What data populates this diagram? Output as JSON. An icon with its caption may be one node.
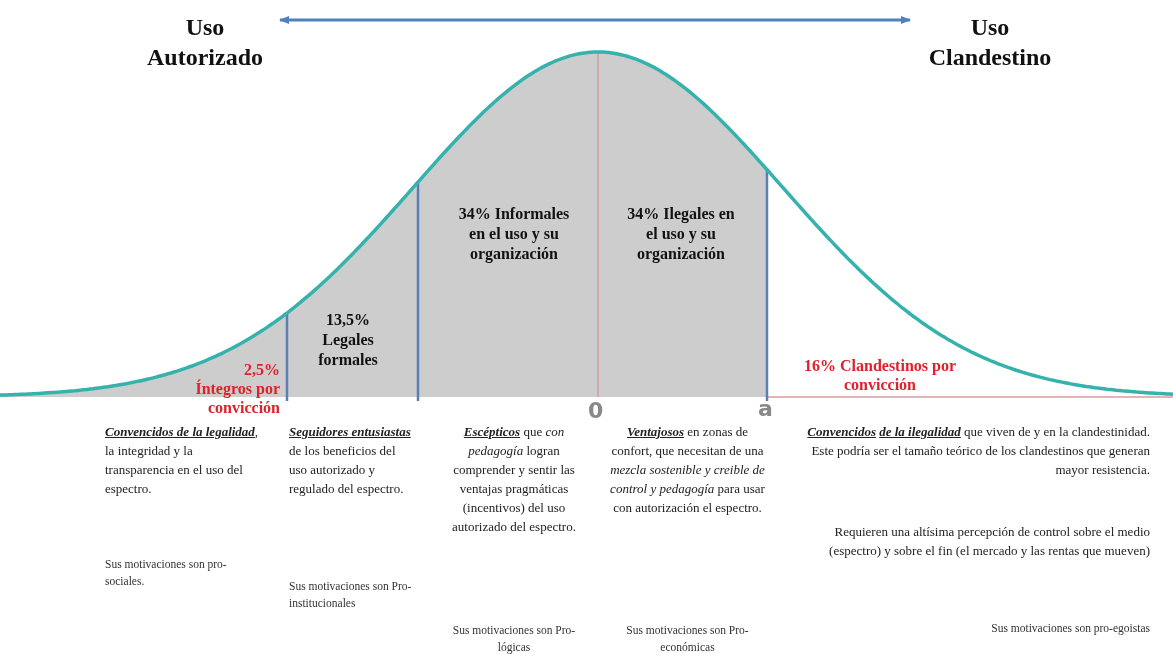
{
  "diagram": {
    "nodes": [
      {
        "text": [
          "Uso Autorizado"
        ]
      },
      {
        "text": [
          "Uso Clandestino"
        ]
      }
    ],
    "edges": [
      {
        "from": 0,
        "to": 1,
        "arrow": "both"
      }
    ],
    "labels": [
      "34% Informales en el uso y su organización",
      "34% Ilegales en el uso y su organización",
      "13,5% Legales formales",
      "2,5% Íntegros por convicción",
      "16% Clandestinos por convicción",
      "0",
      "a",
      "**Convencidos de la legalidad**, la integridad y la transparencia en el uso del espectro.",
      "**Seguidores entusiastas** de los beneficios del uso autorizado y regulado del espectro.",
      "**Escépticos** que *con pedagogía* logran comprender y sentir las ventajas pragmáticas (incentivos) del uso autorizado del espectro.",
      "**Ventajosos** en zonas de confort, que necesitan de una *mezcla sostenible y creible de control y pedagogía* para usar con autorización el espectro.",
      "**Convencidos** **de la ilegalidad** que viven de y en la clandestinidad. Este podría ser el tamaño teórico de los clandestinos que generan mayor resistencia.",
      "Requieren una altísima percepción de control sobre el medio (espectro) y sobre el fin (el mercado y las rentas que mueven)",
      "Sus motivaciones son pro-sociales.",
      "Sus motivaciones son Pro-institucionales",
      "Sus motivaciones son Pro-lógicas",
      "Sus motivaciones son Pro-económicas",
      "Sus motivaciones son pro-egoistas"
    ]
  }
}
